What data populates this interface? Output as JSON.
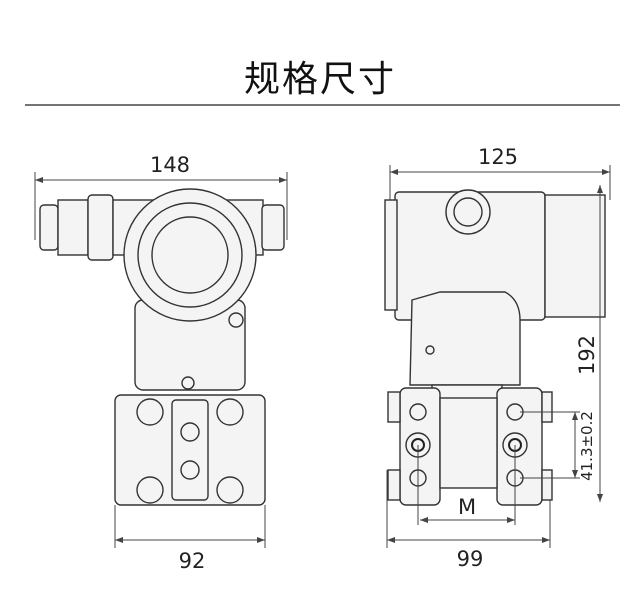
{
  "title": "规格尺寸",
  "dimensions": {
    "front_width": "148",
    "front_flange_width": "92",
    "side_width": "125",
    "side_height": "192",
    "side_flange_width": "99",
    "center_distance": "M",
    "port_spacing": "41.3±0.2"
  }
}
